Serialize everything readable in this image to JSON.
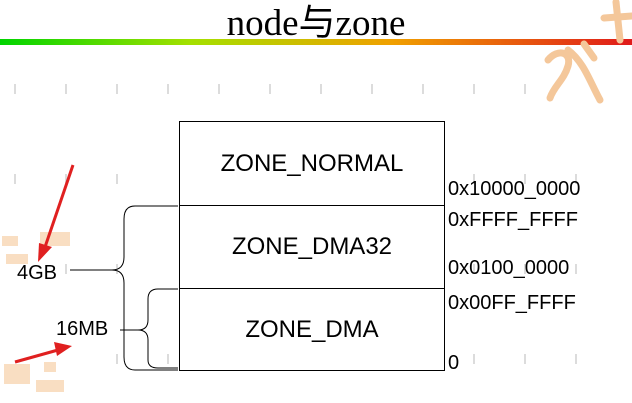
{
  "slide": {
    "title": "node与zone"
  },
  "zones": [
    {
      "label": "ZONE_NORMAL"
    },
    {
      "label": "ZONE_DMA32"
    },
    {
      "label": "ZONE_DMA"
    }
  ],
  "addresses": {
    "a1": "0x10000_0000",
    "a2": "0xFFFF_FFFF",
    "a3": "0x0100_0000",
    "a4": "0x00FF_FFFF",
    "a5": "0"
  },
  "boundaries": {
    "four_gb": "4GB",
    "sixteen_mb": "16MB"
  },
  "colors": {
    "arrow": "#e02020",
    "bar_start": "#00d400",
    "bar_end": "#e01a1a",
    "decor": "#f4c79a"
  }
}
